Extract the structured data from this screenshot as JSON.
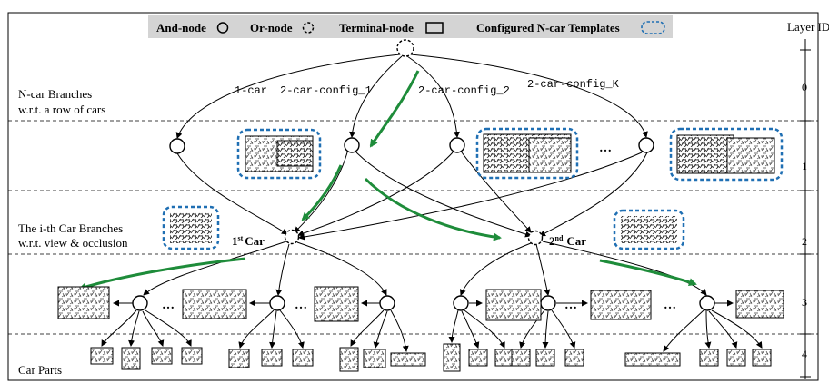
{
  "legend": {
    "and_node": "And-node",
    "or_node": "Or-node",
    "terminal_node": "Terminal-node",
    "templates": "Configured N-car Templates"
  },
  "layer_axis": {
    "title": "Layer ID",
    "ticks": [
      "0",
      "1",
      "2",
      "3",
      "4"
    ]
  },
  "row_labels": {
    "ncar_branches_1": "N-car Branches",
    "ncar_branches_2": "w.r.t. a row of cars",
    "ith_car_1": "The i-th Car Branches",
    "ith_car_2": "w.r.t. view & occlusion",
    "car_parts": "Car Parts"
  },
  "branch_labels": [
    "1-car",
    "2-car-config_1",
    "2-car-config_2",
    "2-car-config_K"
  ],
  "car_labels": {
    "first_num": "1",
    "first_sup": "st",
    "second_num": "2",
    "second_sup": "nd",
    "word": "Car"
  },
  "ellipsis": "…",
  "colors": {
    "accent_green": "#1e8c3a",
    "template_blue": "#1f6fb3",
    "legend_bar": "#d4d4d4"
  }
}
